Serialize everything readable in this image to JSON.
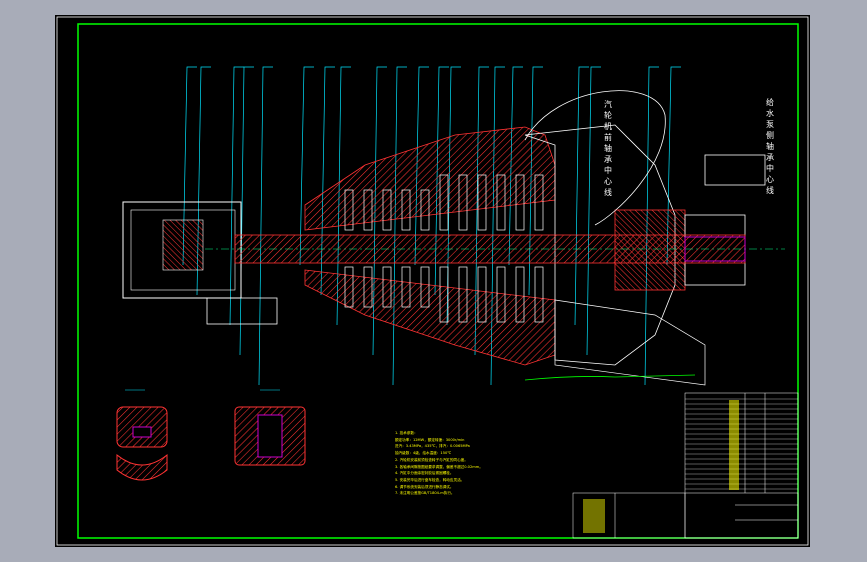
{
  "drawing": {
    "label_left": "汽轮机前轴承中心线",
    "label_right": "给水泵侧轴承中心线",
    "tech_notes": [
      "1. 技术参数：",
      "额定功率：12MW，额定转速：3000r/min",
      "进汽：3.43MPa，435℃，排汽：0.0065MPa",
      "抽汽级数：4级，给水温度：150℃",
      "2. 汽轮机安装前须检查转子与汽缸的同心度。",
      "3. 各轴承间隙按图纸要求调整，偏差不超过0.02mm。",
      "4. 汽缸中分面涂密封胶后紧固螺栓。",
      "5. 安装完毕后进行盘车检查，转动应灵活。",
      "6. 调节系统安装后须进行静态调试。",
      "7. 未注明公差按GB/T1804-m执行。"
    ]
  },
  "colors": {
    "background_frame": "#a8acb8",
    "canvas": "#000000",
    "border": "#00ff00",
    "leader": "#00e5ff",
    "section": "#ff3333",
    "outline": "#ffffff",
    "notes": "#ffff00",
    "shaft": "#cc00cc"
  }
}
